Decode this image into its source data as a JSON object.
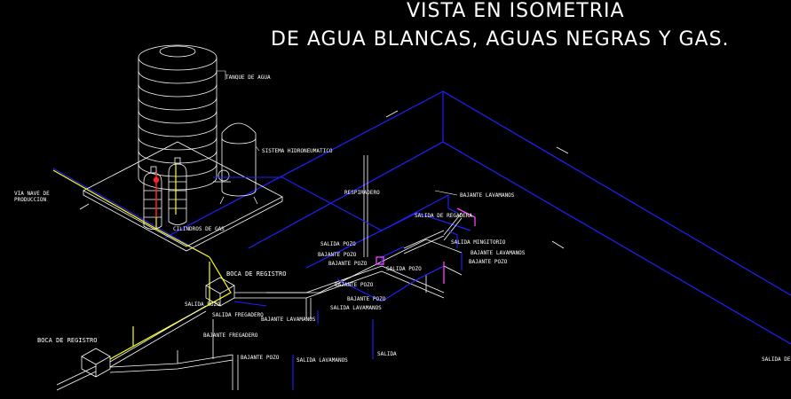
{
  "title": {
    "line1": "VISTA EN ISOMETRIA",
    "line2": "DE AGUA BLANCAS, AGUAS NEGRAS Y GAS."
  },
  "labels": {
    "tanque": "TANQUE DE AGUA",
    "hidroneumatico": "SISTEMA HIDRONEUMATICO",
    "via_nave_1": "VIA NAVE DE",
    "via_nave_2": "PRODUCCION",
    "cilindros": "CILINDROS DE GAS",
    "boca_registro_1": "BOCA DE REGISTRO",
    "boca_registro_2": "BOCA DE REGISTRO",
    "respiradero": "RESPIRADERO",
    "bajante_lavamanos_1": "BAJANTE LAVAMANOS",
    "salida_regadera": "SALIDA DE REGADERA",
    "salida_mingitorio": "SALIDA MINGITORIO",
    "bajante_lavamanos_2": "BAJANTE LAVAMANOS",
    "bajante_pozo_1": "BAJANTE POZO",
    "salida_pozo_1": "SALIDA POZO",
    "bajante_pozo_2": "BAJANTE POZO",
    "salida_pozo_2": "SALIDA POZO",
    "bajante_pozo_3": "BAJANTE POZO",
    "bajante_pozo_4": "BAJANTE POZO",
    "salida_lavamanos_1": "SALIDA LAVAMANOS",
    "bajante_lavamanos_3": "BAJANTE LAVAMANOS",
    "bajante_pozo_5": "BAJANTE POZO",
    "salida_pozo_6": "SALIDA POZO",
    "bajante_fregadero": "BAJANTE FREGADERO",
    "salida_fregadero": "SALIDA FREGADERO",
    "bajante_pozo_7": "BAJANTE POZO",
    "salida_lavamanos_2": "SALIDA LAVAMANOS",
    "salida_pozo_8": "SALIDA",
    "salida_right": "SALIDA DE"
  },
  "colors": {
    "background": "#000000",
    "line_white": "#ffffff",
    "line_blue": "#2020ff",
    "line_yellow": "#ffff00",
    "line_red": "#ff2020",
    "line_magenta": "#ff40ff"
  }
}
